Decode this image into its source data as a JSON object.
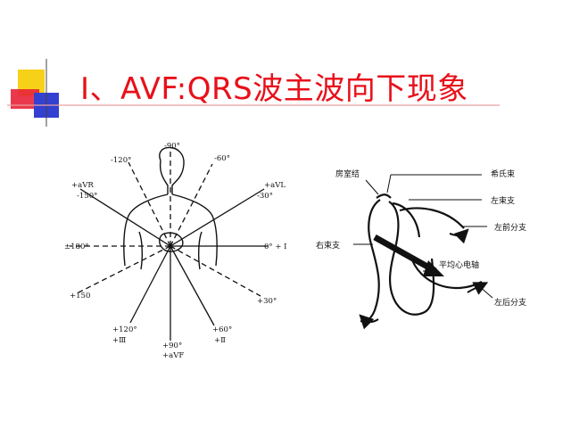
{
  "slide": {
    "title": "I、AVF:QRS波主波向下现象"
  },
  "hexaxial": {
    "labels": {
      "deg_m90": "-90°",
      "deg_m120": "-120°",
      "deg_m60": "-60°",
      "avr": "+aVR",
      "deg_m150": "-150°",
      "avl": "+aVL",
      "deg_m30": "-30°",
      "deg_180": "±180°",
      "deg_0_I": "0° + I",
      "deg_150": "+150",
      "deg_30": "+30°",
      "deg_120": "+120°",
      "lead_III": "+Ⅲ",
      "deg_60": "+60°",
      "lead_II": "+Ⅱ",
      "deg_90": "+90°",
      "avf": "+aVF"
    }
  },
  "conduction": {
    "labels": {
      "av_node": "房室结",
      "his_bundle": "希氏束",
      "left_bundle": "左束支",
      "left_anterior": "左前分支",
      "right_bundle": "右束支",
      "mean_axis": "平均心电轴",
      "left_posterior": "左后分支"
    }
  },
  "colors": {
    "title": "#e8101a",
    "deco_yellow": "#f7d117",
    "deco_red": "#e8243a",
    "deco_blue": "#3340d0",
    "title_rule": "#e8a0a0"
  }
}
